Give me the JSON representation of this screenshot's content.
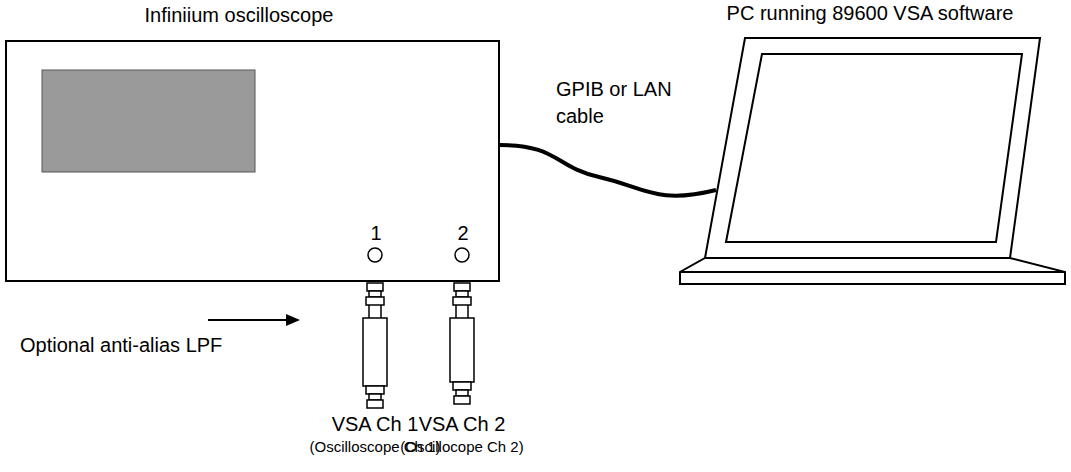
{
  "diagram": {
    "nodes": [
      {
        "text": [
          "Infiniium oscilloscope"
        ]
      },
      {
        "text": [
          "PC running 89600 VSA software"
        ]
      }
    ],
    "edges": [
      {
        "from": 0,
        "to": 1,
        "arrow": "none",
        "label": "GPIB or LAN cable"
      }
    ],
    "labels": [
      "1",
      "2",
      "Optional anti-alias LPF",
      "VSA Ch 1",
      "(Oscilloscope Ch 1)",
      "VSA Ch 2",
      "(Oscillocope Ch 2)"
    ]
  }
}
